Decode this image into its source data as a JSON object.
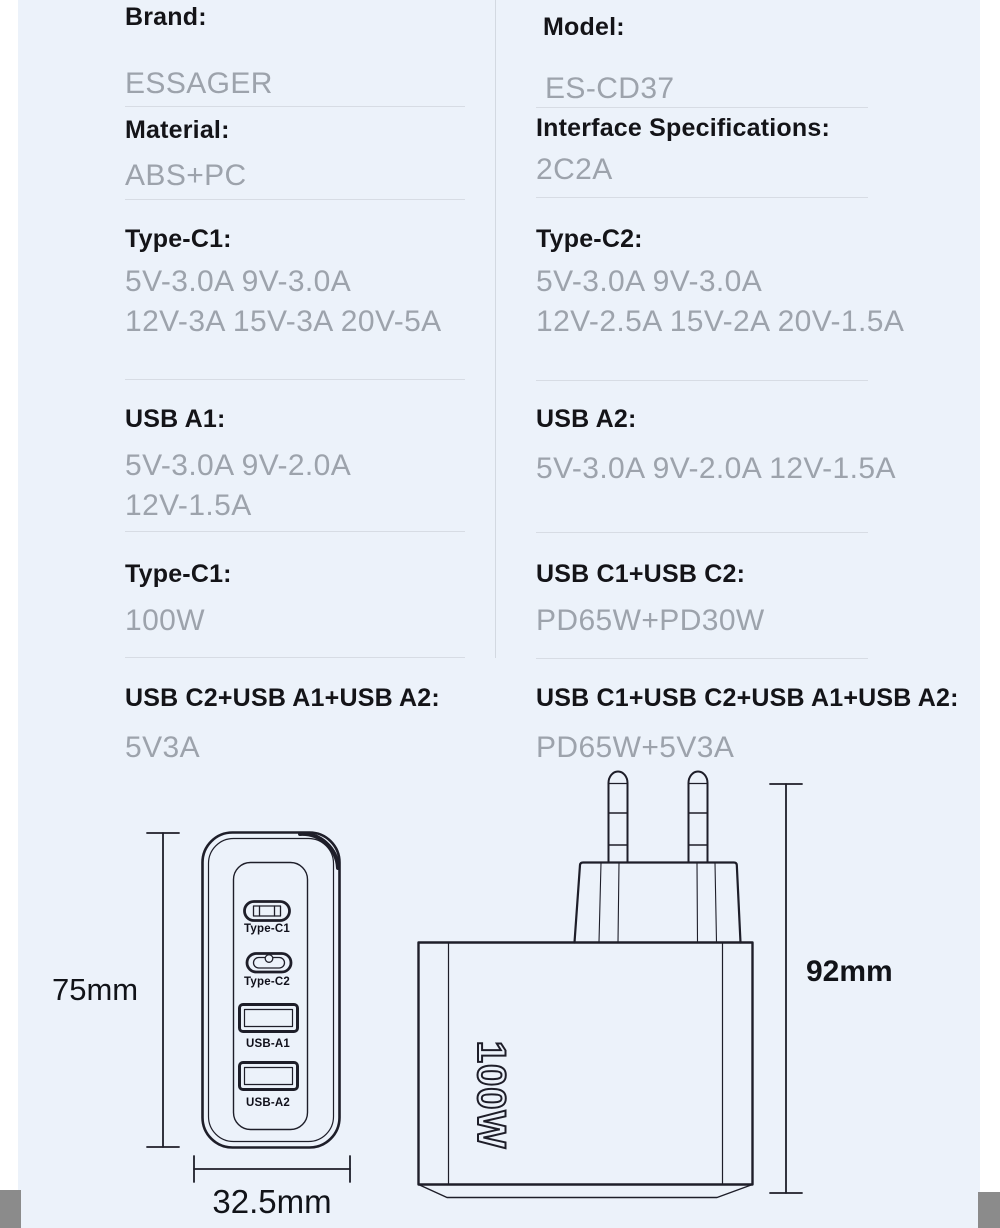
{
  "theme": {
    "card_background": "#ecf2fa",
    "label_color": "#141418",
    "value_color": "#9da3ac",
    "divider_color": "#d7dce4",
    "drawing_line_color": "#1e1e29",
    "corner_block_color": "#8b8b8b"
  },
  "spec_table": {
    "rows": [
      {
        "left": {
          "label": "Brand:",
          "value": "ESSAGER"
        },
        "right": {
          "label": "Model:",
          "value": "ES-CD37"
        }
      },
      {
        "left": {
          "label": "Material:",
          "value": "ABS+PC"
        },
        "right": {
          "label": "Interface Specifications:",
          "value": "2C2A"
        }
      },
      {
        "left": {
          "label": "Type-C1:",
          "value": "5V-3.0A 9V-3.0A\n12V-3A 15V-3A 20V-5A"
        },
        "right": {
          "label": "Type-C2:",
          "value": "5V-3.0A 9V-3.0A\n12V-2.5A 15V-2A 20V-1.5A"
        }
      },
      {
        "left": {
          "label": "USB A1:",
          "value": "5V-3.0A 9V-2.0A\n12V-1.5A"
        },
        "right": {
          "label": "USB A2:",
          "value": "5V-3.0A 9V-2.0A 12V-1.5A"
        }
      },
      {
        "left": {
          "label": "Type-C1:",
          "value": "100W"
        },
        "right": {
          "label": "USB C1+USB C2:",
          "value": "PD65W+PD30W"
        }
      },
      {
        "left": {
          "label": "USB C2+USB A1+USB A2:",
          "value": "5V3A"
        },
        "right": {
          "label": "USB C1+USB C2+USB A1+USB A2:",
          "value": "PD65W+5V3A"
        }
      }
    ]
  },
  "diagram": {
    "front_view": {
      "height_label": "75mm",
      "width_label": "32.5mm",
      "ports": [
        {
          "label": "Type-C1"
        },
        {
          "label": "Type-C2"
        },
        {
          "label": "USB-A1"
        },
        {
          "label": "USB-A2"
        }
      ]
    },
    "side_view": {
      "height_label": "92mm",
      "power_label": "100W"
    }
  }
}
